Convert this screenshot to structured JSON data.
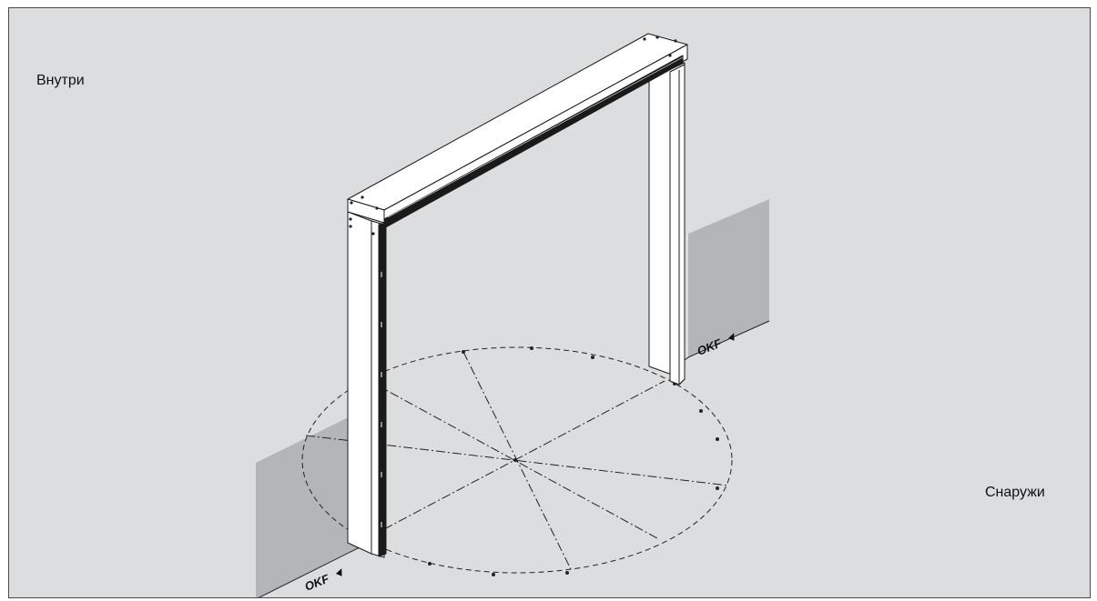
{
  "labels": {
    "inside": "Внутри",
    "outside": "Снаружи",
    "floor_level_left": "OKF",
    "floor_level_right": "OKF"
  },
  "colors": {
    "background": "#dcdddf",
    "wall": "#b4b5b8",
    "frame_white": "#ffffff",
    "line": "#1a1a1a"
  }
}
